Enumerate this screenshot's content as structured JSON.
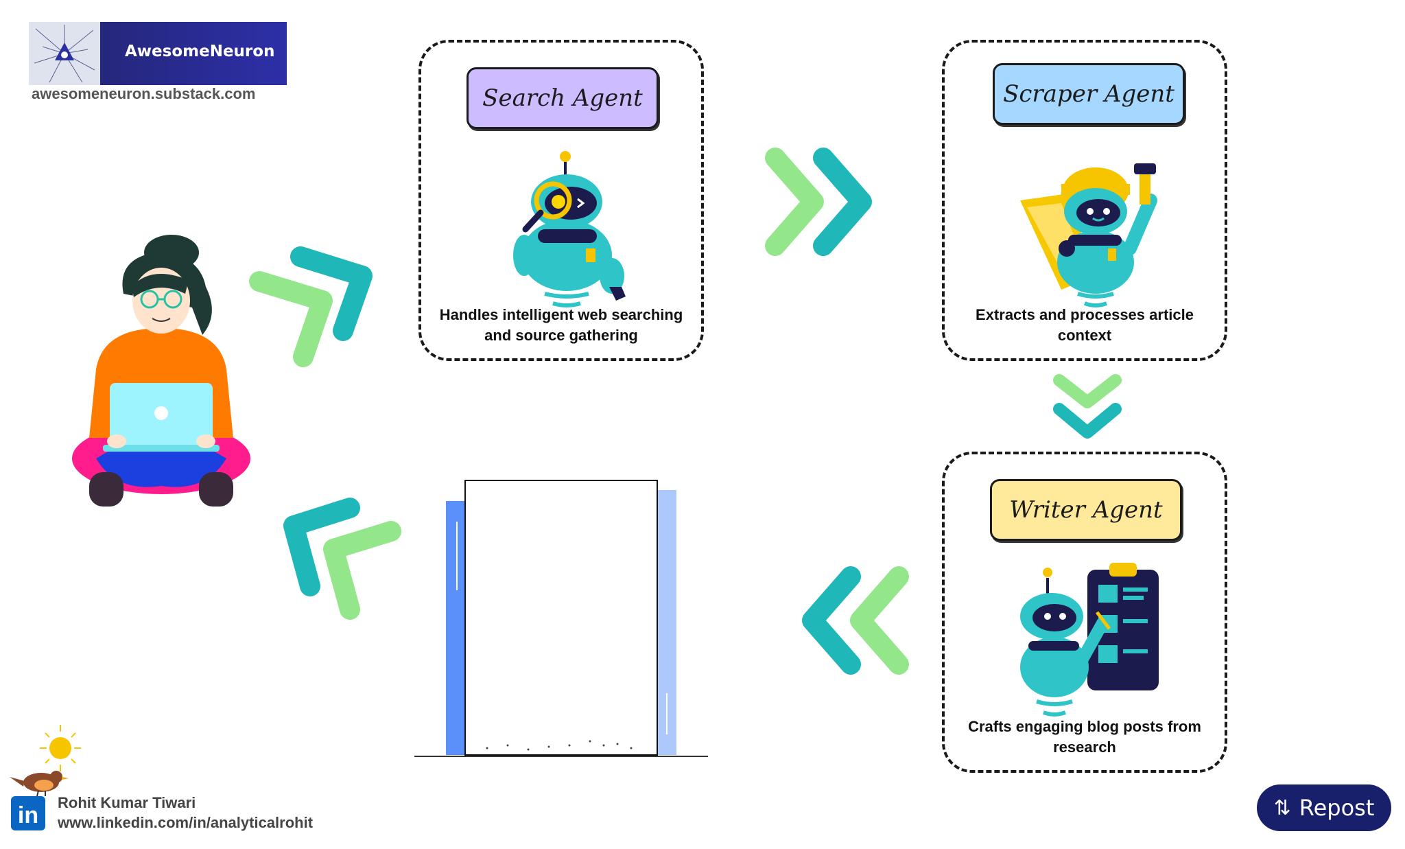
{
  "brand": {
    "name": "AwesomeNeuron",
    "url": "awesomeneuron.substack.com"
  },
  "agents": [
    {
      "title": "Search Agent",
      "description": "Handles intelligent web searching and source gathering",
      "color": "#cdbcff"
    },
    {
      "title": "Scraper Agent",
      "description": "Extracts and processes article context",
      "color": "#a6d8ff"
    },
    {
      "title": "Writer Agent",
      "description": "Crafts engaging blog posts from research",
      "color": "#ffe99a"
    }
  ],
  "author": {
    "name": "Rohit Kumar Tiwari",
    "profile": "www.linkedin.com/in/analyticalrohit",
    "linkedin_icon": "in"
  },
  "actions": {
    "repost_label": "Repost"
  },
  "colors": {
    "arrow_green": "#93e68a",
    "arrow_teal": "#1fb7b7",
    "robot_teal": "#2ec4c8",
    "navy": "#18206b"
  }
}
